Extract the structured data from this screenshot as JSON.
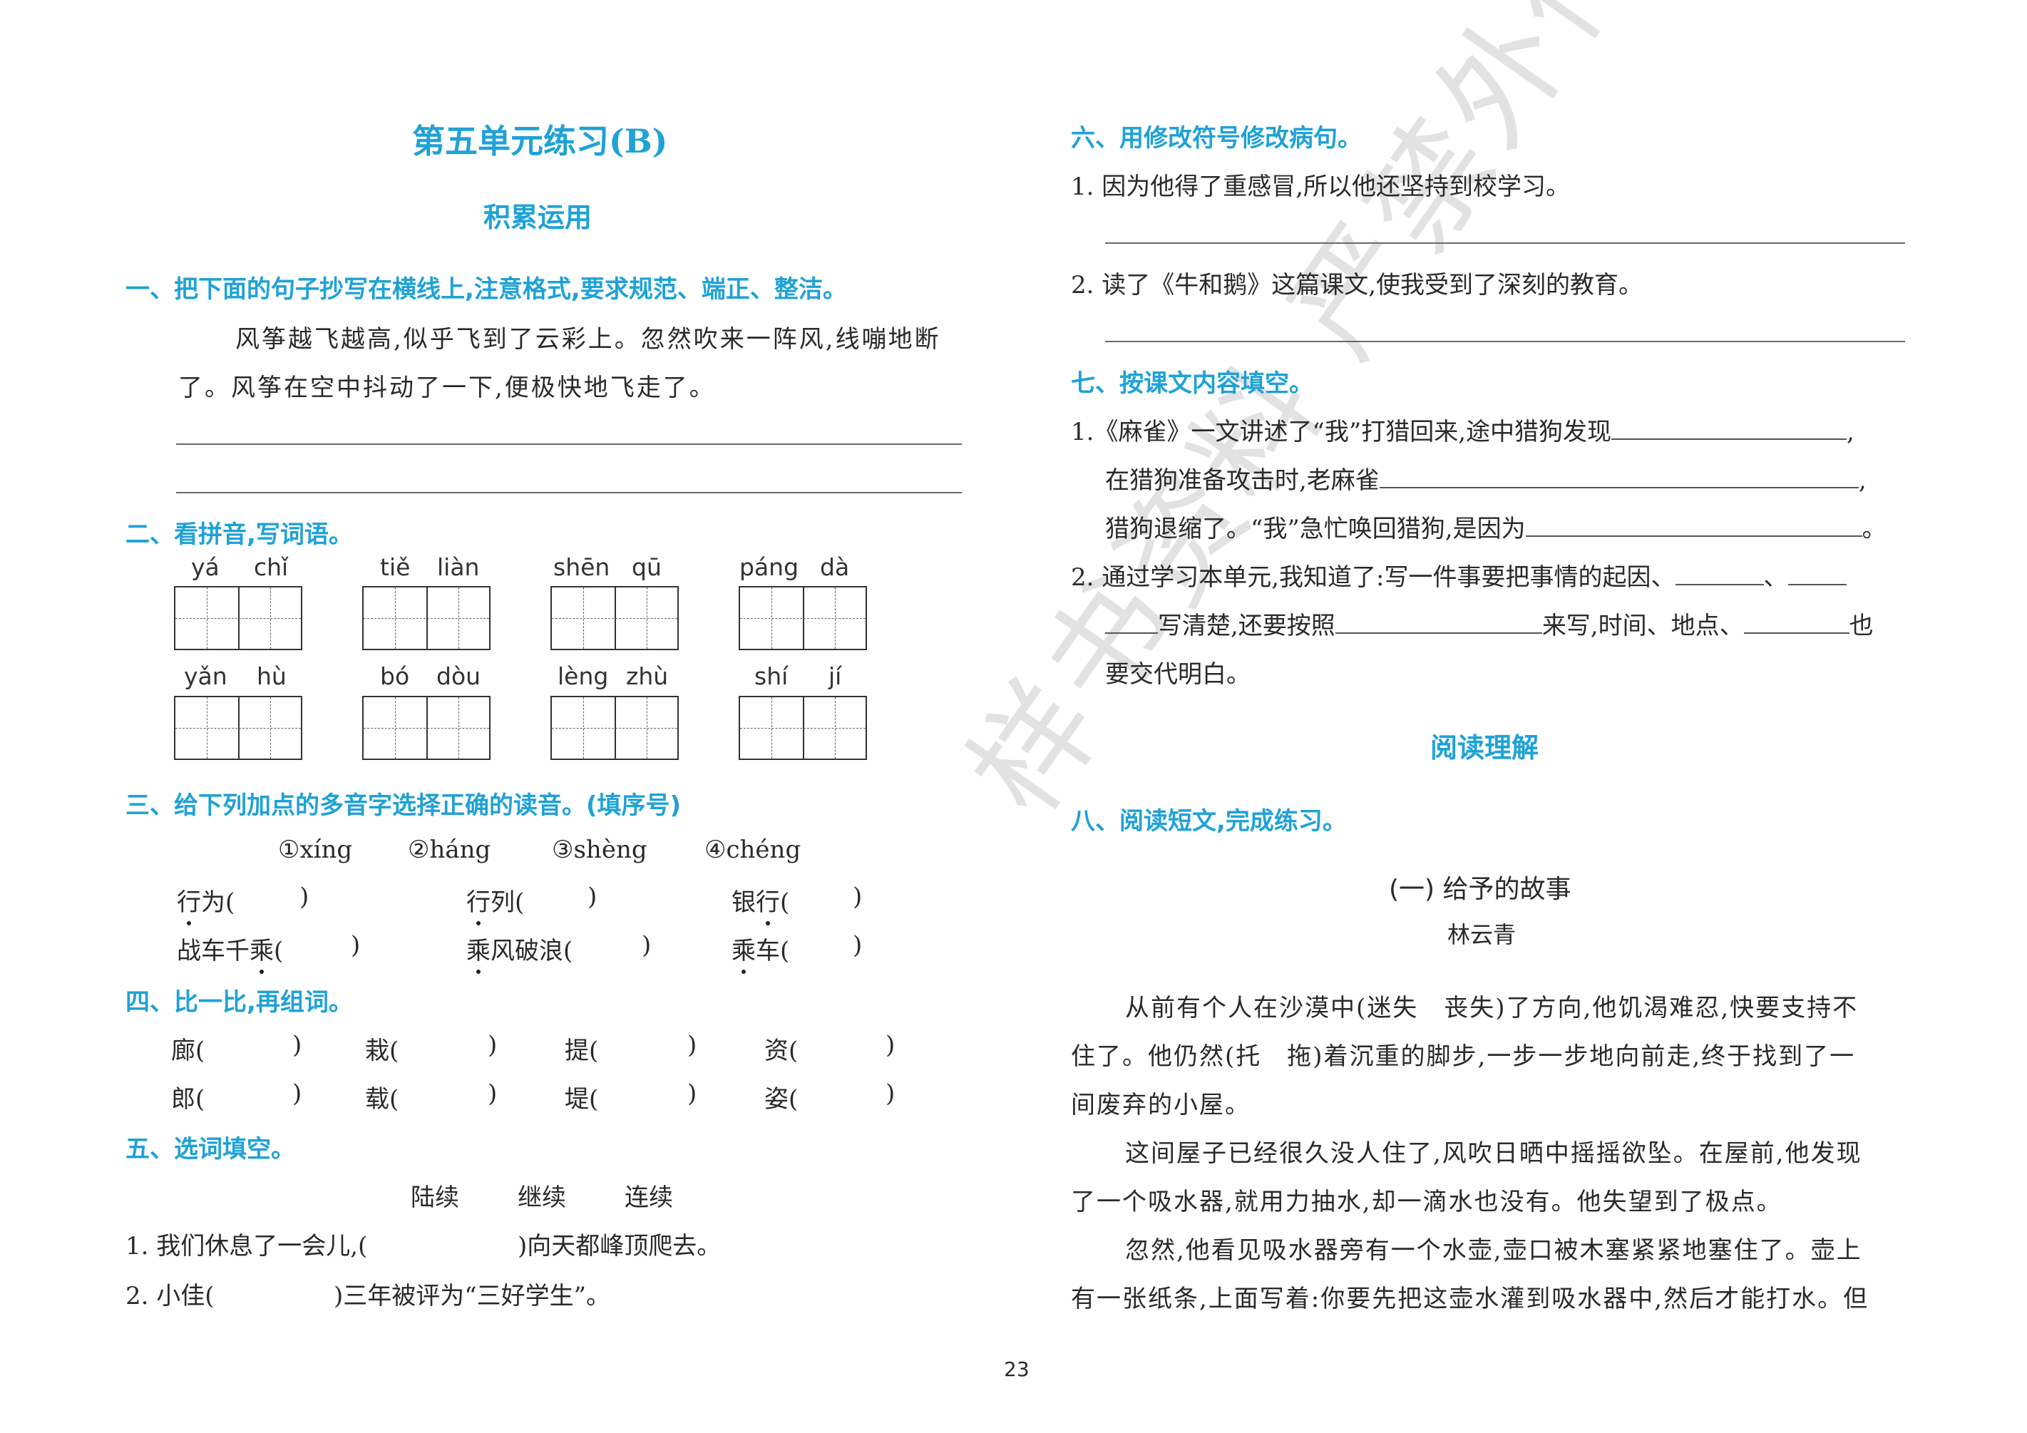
{
  "title": "第五单元练习(B)",
  "heading_jilei": "积累运用",
  "s1": {
    "title": "一、把下面的句子抄写在横线上,注意格式,要求规范、端正、整洁。",
    "line1": "风筝越飞越高,似乎飞到了云彩上。忽然吹来一阵风,线嘣地断",
    "line2": "了。风筝在空中抖动了一下,便极快地飞走了。"
  },
  "s2": {
    "title": "二、看拼音,写词语。",
    "pinyin": [
      [
        "yá",
        "chǐ"
      ],
      [
        "tiě",
        "liàn"
      ],
      [
        "shēn",
        "qū"
      ],
      [
        "páng",
        "dà"
      ],
      [
        "yǎn",
        "hù"
      ],
      [
        "bó",
        "dòu"
      ],
      [
        "lèng",
        "zhù"
      ],
      [
        "shí",
        "jí"
      ]
    ]
  },
  "s3": {
    "title": "三、给下列加点的多音字选择正确的读音。(填序号)",
    "options": [
      "①xíng",
      "②háng",
      "③shèng",
      "④chéng"
    ],
    "r1": {
      "a1": "行",
      "a2": "为(",
      "a3": ")",
      "b1": "行",
      "b2": "列(",
      "b3": ")",
      "c1": "银",
      "c2": "行",
      "c3": "(",
      "c4": ")"
    },
    "r2": {
      "a1": "战车千",
      "a2": "乘",
      "a3": "(",
      "a4": ")",
      "b1": "乘",
      "b2": "风破浪(",
      "b3": ")",
      "c1": "乘",
      "c2": "车(",
      "c3": ")"
    }
  },
  "s4": {
    "title": "四、比一比,再组词。",
    "row1": [
      "廊(",
      "栽(",
      "提(",
      "资("
    ],
    "row2": [
      "郎(",
      "载(",
      "堤(",
      "姿("
    ],
    "close": ")"
  },
  "s5": {
    "title": "五、选词填空。",
    "words": [
      "陆续",
      "继续",
      "连续"
    ],
    "q1a": "1. 我们休息了一会儿,(",
    "q1b": ")向天都峰顶爬去。",
    "q2a": "2. 小佳(",
    "q2b": ")三年被评为“三好学生”。"
  },
  "s6": {
    "title": "六、用修改符号修改病句。",
    "q1": "1. 因为他得了重感冒,所以他还坚持到校学习。",
    "q2": "2. 读了《牛和鹅》这篇课文,使我受到了深刻的教育。"
  },
  "s7": {
    "title": "七、按课文内容填空。",
    "q1a": "1.《麻雀》一文讲述了“我”打猎回来,途中猎狗发现",
    "q1b": "在猎狗准备攻击时,老麻雀",
    "q1c": "猎狗退缩了。“我”急忙唤回猎狗,是因为",
    "comma": ",",
    "period": "。",
    "q2a": "2. 通过学习本单元,我知道了:写一件事要把事情的起因、",
    "q2sep": "、",
    "q2b": "写清楚,还要按照",
    "q2c": "来写,时间、地点、",
    "q2d": "也",
    "q2e": "要交代明白。"
  },
  "heading_yuedu": "阅读理解",
  "s8": {
    "title": "八、阅读短文,完成练习。",
    "story_title": "(一) 给予的故事",
    "author": "林云青",
    "p1a": "从前有个人在沙漠中(迷失　丧失)了方向,他饥渴难忍,快要支持不",
    "p1b": "住了。他仍然(托　拖)着沉重的脚步,一步一步地向前走,终于找到了一",
    "p1c": "间废弃的小屋。",
    "p2a": "这间屋子已经很久没人住了,风吹日晒中摇摇欲坠。在屋前,他发现",
    "p2b": "了一个吸水器,就用力抽水,却一滴水也没有。他失望到了极点。",
    "p3a": "忽然,他看见吸水器旁有一个水壶,壶口被木塞紧紧地塞住了。壶上",
    "p3b": "有一张纸条,上面写着:你要先把这壶水灌到吸水器中,然后才能打水。但"
  },
  "watermark": "样书资料 严禁外传",
  "page_number": "23"
}
